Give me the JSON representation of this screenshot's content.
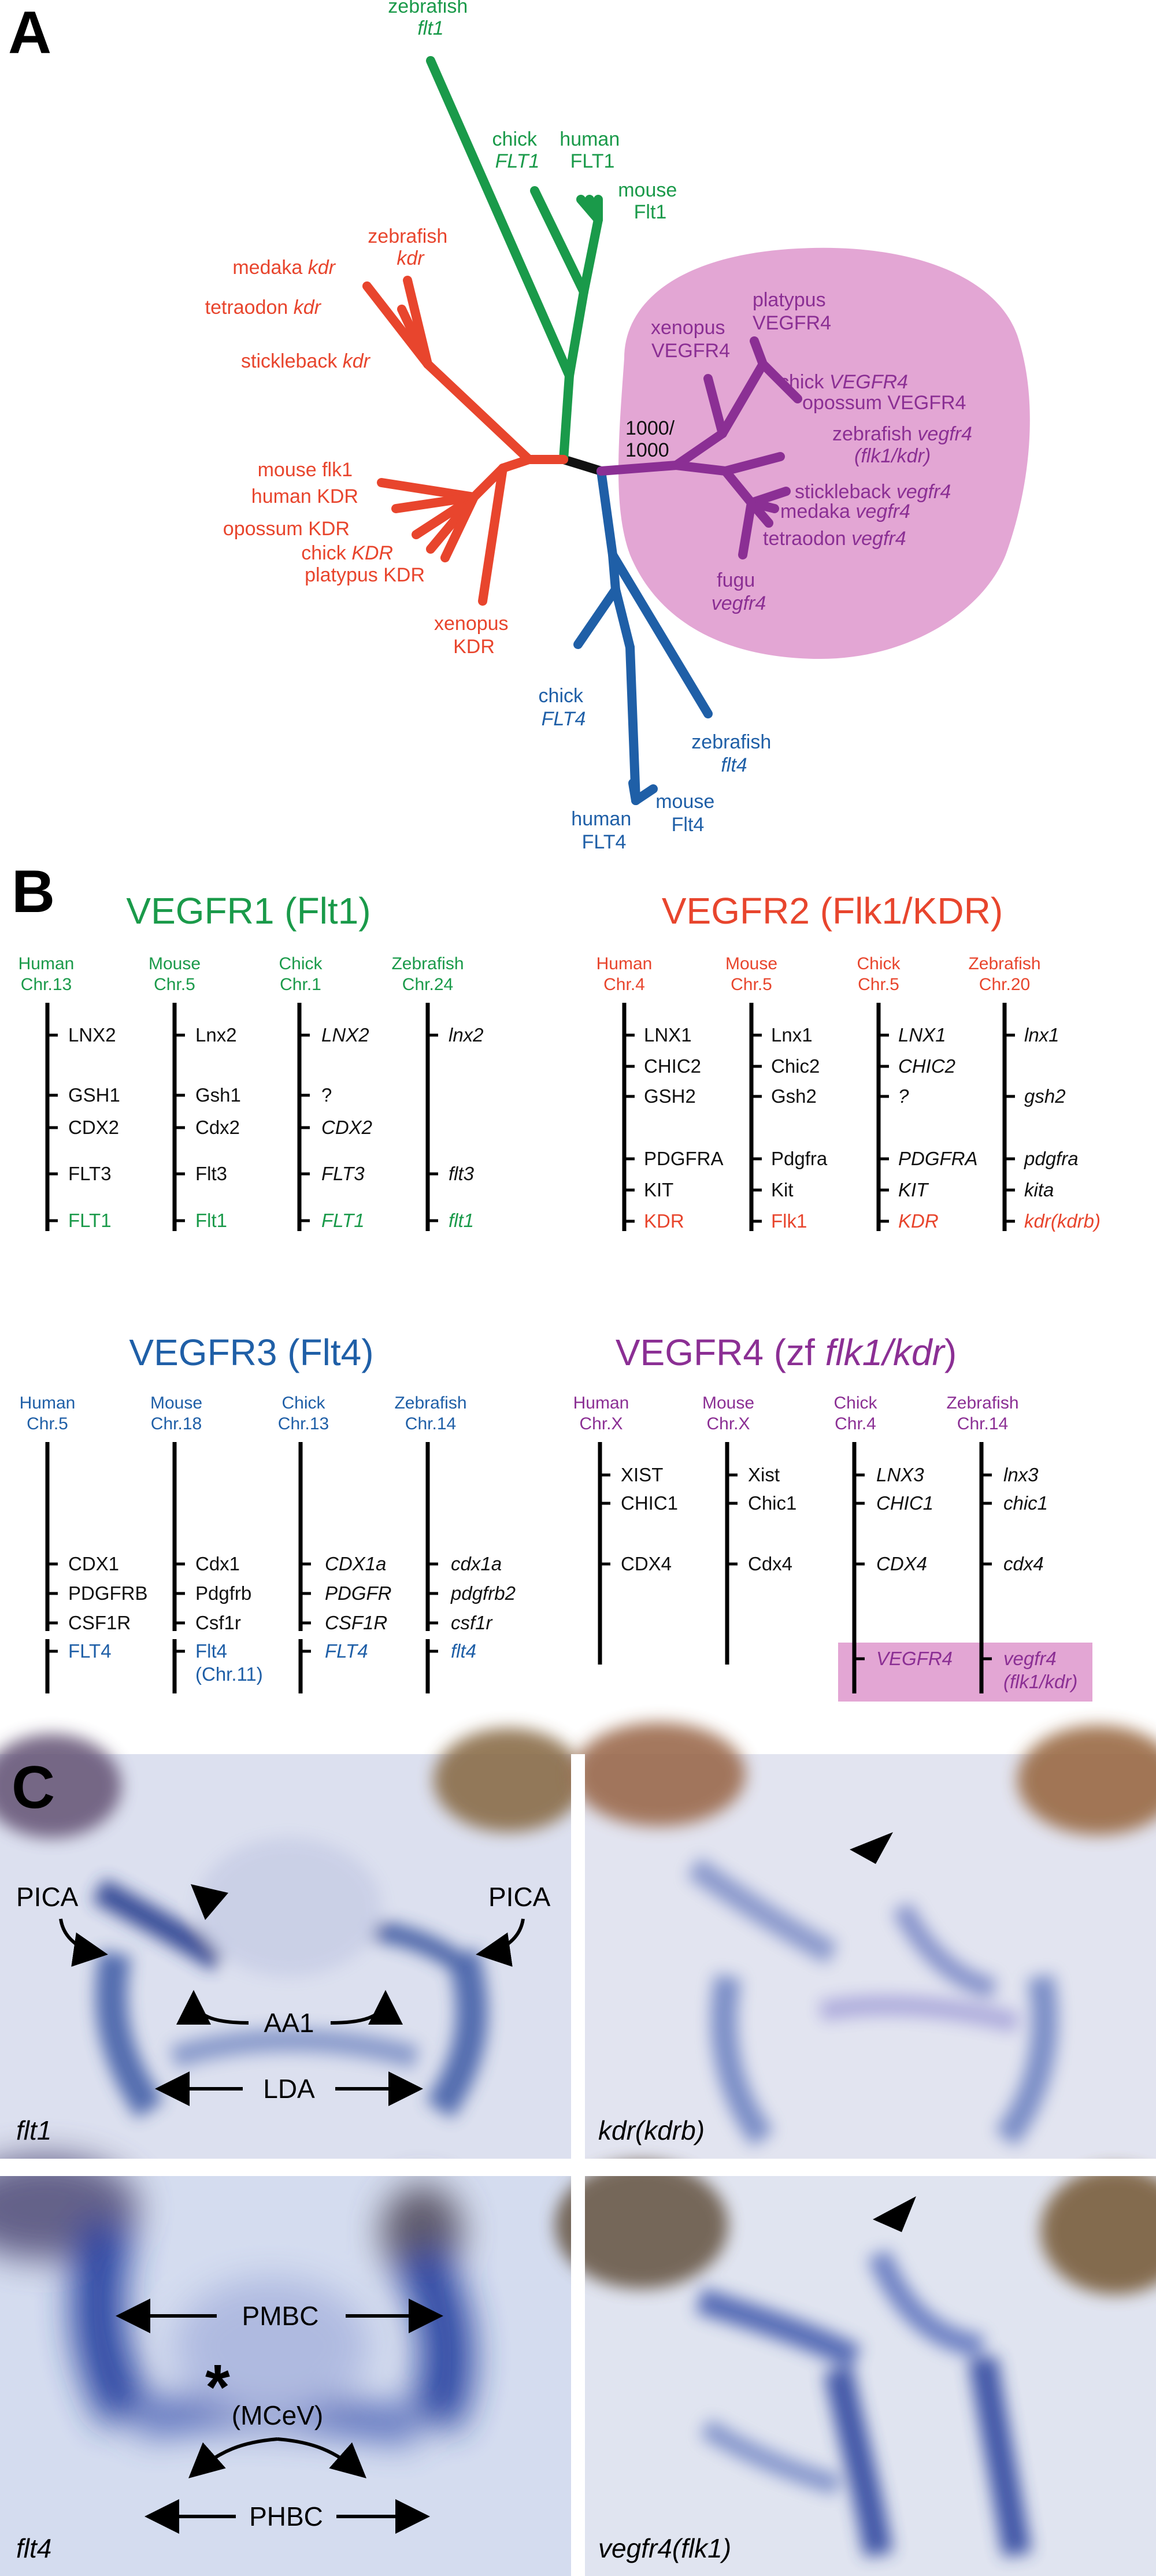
{
  "panels": {
    "a": "A",
    "b": "B",
    "c": "C"
  },
  "tree": {
    "green_leaves": [
      [
        "zebrafish",
        "flt1"
      ],
      [
        "chick",
        "FLT1"
      ],
      [
        "human",
        "FLT1"
      ],
      [
        "mouse",
        "Flt1"
      ]
    ],
    "red_leaves": {
      "zf_kdr": [
        "zebrafish",
        "kdr"
      ],
      "medaka": [
        "medaka ",
        "kdr"
      ],
      "tetraodon": [
        "tetraodon ",
        "kdr"
      ],
      "stickleback": [
        "stickleback ",
        "kdr"
      ],
      "mouse": "mouse flk1",
      "human": "human KDR",
      "opossum": "opossum KDR",
      "chick": [
        "chick ",
        "KDR"
      ],
      "platypus": "platypus KDR",
      "xenopus": [
        "xenopus",
        "KDR"
      ]
    },
    "blue_leaves": {
      "chick": [
        "chick",
        "FLT4"
      ],
      "zebrafish": [
        "zebrafish",
        "flt4"
      ],
      "human": [
        "human",
        "FLT4"
      ],
      "mouse": [
        "mouse",
        "Flt4"
      ]
    },
    "purple_leaves": {
      "platypus": [
        "platypus",
        "VEGFR4"
      ],
      "xenopus": [
        "xenopus",
        "VEGFR4"
      ],
      "chick": [
        "chick ",
        "VEGFR4"
      ],
      "opossum": "opossum VEGFR4",
      "zebrafish": [
        "zebrafish ",
        "vegfr4",
        "(flk1/kdr)"
      ],
      "stickleback": [
        "stickleback ",
        "vegfr4"
      ],
      "medaka": [
        "medaka ",
        "vegfr4"
      ],
      "tetraodon": [
        "tetraodon ",
        "vegfr4"
      ],
      "fugu": [
        "fugu",
        "vegfr4"
      ]
    },
    "bootstrap": [
      "1000/",
      "1000"
    ]
  },
  "synteny": {
    "vegfr1": {
      "title": "VEGFR1 (Flt1)",
      "chr": [
        [
          "Human",
          "Chr.13"
        ],
        [
          "Mouse",
          "Chr.5"
        ],
        [
          "Chick",
          "Chr.1"
        ],
        [
          "Zebrafish",
          "Chr.24"
        ]
      ],
      "genes": [
        [
          "LNX2",
          "Lnx2",
          "LNX2",
          "lnx2"
        ],
        [
          "GSH1",
          "Gsh1",
          "?",
          ""
        ],
        [
          "CDX2",
          "Cdx2",
          "CDX2",
          ""
        ],
        [
          "FLT3",
          "Flt3",
          "FLT3",
          "flt3"
        ],
        [
          "FLT1",
          "Flt1",
          "FLT1",
          "flt1"
        ]
      ]
    },
    "vegfr2": {
      "title": "VEGFR2 (Flk1/KDR)",
      "chr": [
        [
          "Human",
          "Chr.4"
        ],
        [
          "Mouse",
          "Chr.5"
        ],
        [
          "Chick",
          "Chr.5"
        ],
        [
          "Zebrafish",
          "Chr.20"
        ]
      ],
      "genes": [
        [
          "LNX1",
          "Lnx1",
          "LNX1",
          "lnx1"
        ],
        [
          "CHIC2",
          "Chic2",
          "CHIC2",
          ""
        ],
        [
          "GSH2",
          "Gsh2",
          "?",
          "gsh2"
        ],
        [
          "PDGFRA",
          "Pdgfra",
          "PDGFRA",
          "pdgfra"
        ],
        [
          "KIT",
          "Kit",
          "KIT",
          "kita"
        ],
        [
          "KDR",
          "Flk1",
          "KDR",
          "kdr(kdrb)"
        ]
      ]
    },
    "vegfr3": {
      "title": "VEGFR3 (Flt4)",
      "chr": [
        [
          "Human",
          "Chr.5"
        ],
        [
          "Mouse",
          "Chr.18"
        ],
        [
          "Chick",
          "Chr.13"
        ],
        [
          "Zebrafish",
          "Chr.14"
        ]
      ],
      "genes": [
        [
          "CDX1",
          "Cdx1",
          "CDX1a",
          "cdx1a"
        ],
        [
          "PDGFRB",
          "Pdgfrb",
          "PDGFR",
          "pdgfrb2"
        ],
        [
          "CSF1R",
          "Csf1r",
          "CSF1R",
          "csf1r"
        ],
        [
          "FLT4",
          "Flt4",
          "FLT4",
          "flt4"
        ]
      ],
      "mouse_note": "(Chr.11)"
    },
    "vegfr4": {
      "title_main": "VEGFR4 (zf ",
      "title_ital": "flk1/kdr",
      "title_end": ")",
      "chr": [
        [
          "Human",
          "Chr.X"
        ],
        [
          "Mouse",
          "Chr.X"
        ],
        [
          "Chick",
          "Chr.4"
        ],
        [
          "Zebrafish",
          "Chr.14"
        ]
      ],
      "genes": [
        [
          "XIST",
          "Xist",
          "LNX3",
          "lnx3"
        ],
        [
          "CHIC1",
          "Chic1",
          "CHIC1",
          "chic1"
        ],
        [
          "CDX4",
          "Cdx4",
          "CDX4",
          "cdx4"
        ],
        [
          "",
          "",
          "VEGFR4",
          "vegfr4"
        ]
      ],
      "zf_note": "(flk1/kdr)"
    }
  },
  "photos": {
    "flt1": {
      "label": "flt1",
      "pica_left": "PICA",
      "pica_right": "PICA",
      "aa1": "AA1",
      "lda": "LDA"
    },
    "kdr": {
      "label": "kdr(kdrb)"
    },
    "flt4": {
      "label": "flt4",
      "pmbc": "PMBC",
      "mcev": "(MCeV)",
      "phbc": "PHBC",
      "asterisk": "*"
    },
    "vegfr4": {
      "label": "vegfr4(flk1)"
    }
  },
  "colors": {
    "green": "#1a9a4a",
    "red": "#e8452d",
    "blue": "#1f5fa7",
    "purple": "#8b2f94",
    "highlight": "#e3a6d4"
  }
}
